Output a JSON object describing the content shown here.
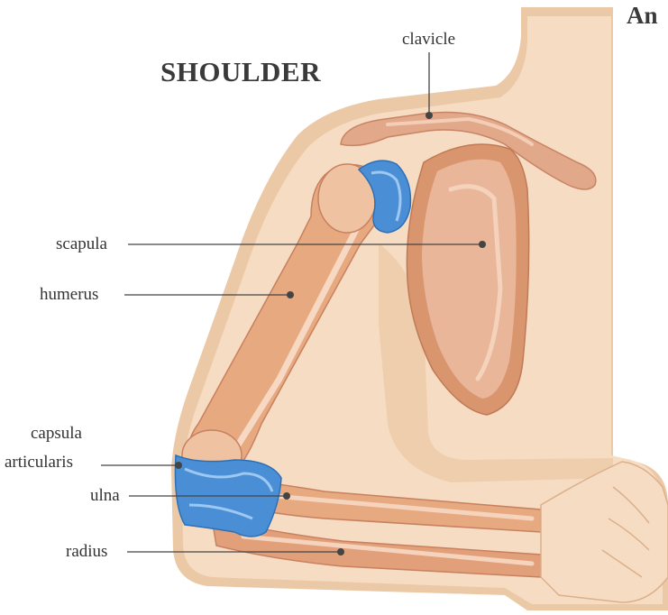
{
  "diagram": {
    "title": "SHOULDER",
    "corner_text": "An",
    "labels": {
      "clavicle": "clavicle",
      "scapula": "scapula",
      "humerus": "humerus",
      "capsula_line1": "capsula",
      "capsula_line2": "articularis",
      "ulna": "ulna",
      "radius": "radius"
    }
  },
  "colors": {
    "skin": "#f6d9bd",
    "skin_shadow": "#e9c39c",
    "outline": "#dbb08a",
    "bone": "#efc7a4",
    "bone_dark": "#d4885a",
    "bone_light": "#fae6d5",
    "cartilage": "#4a8fd6",
    "cartilage_light": "#9cc8f2",
    "line": "#444444"
  }
}
